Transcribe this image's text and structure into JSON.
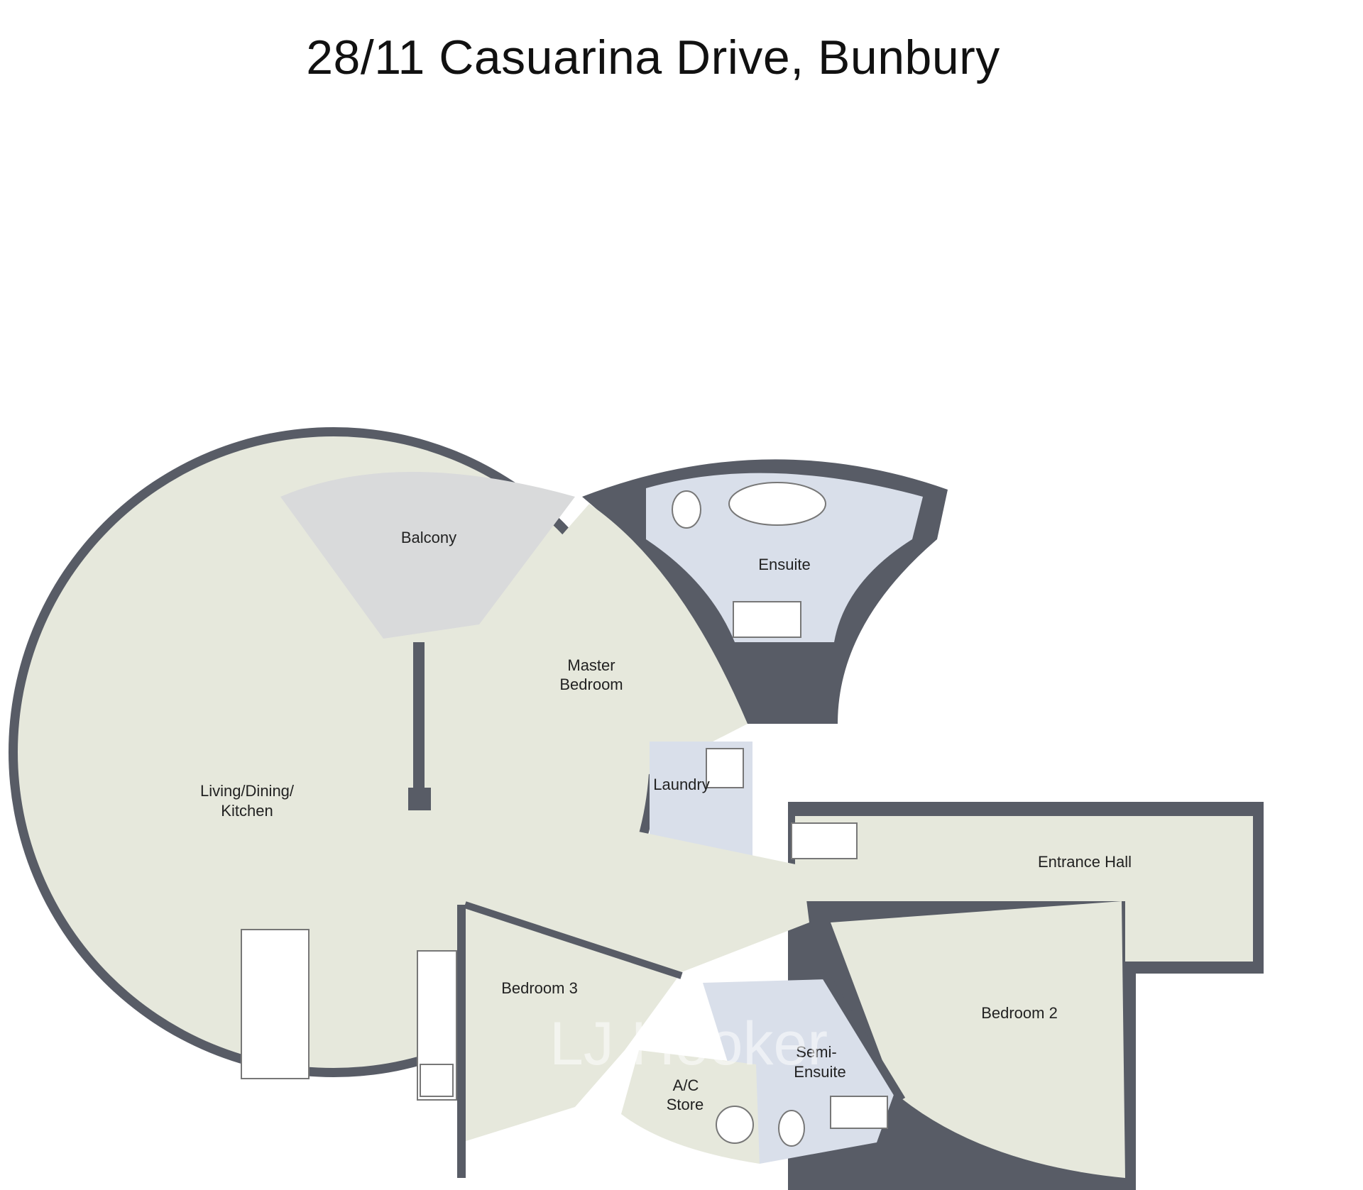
{
  "title": "28/11 Casuarina Drive, Bunbury",
  "rooms": {
    "balcony": "Balcony",
    "ensuite": "Ensuite",
    "master_l1": "Master",
    "master_l2": "Bedroom",
    "living_l1": "Living/Dining/",
    "living_l2": "Kitchen",
    "laundry": "Laundry",
    "entrance": "Entrance Hall",
    "bedroom3": "Bedroom 3",
    "bedroom2": "Bedroom 2",
    "semi_l1": "Semi-",
    "semi_l2": "Ensuite",
    "ac_l1": "A/C",
    "ac_l2": "Store"
  },
  "watermark": "LJ Hooker",
  "colors": {
    "wall": "#585c66",
    "floor": "#e6e8dc",
    "balcony": "#d9dadb",
    "wet": "#d9dfea",
    "white": "#ffffff"
  }
}
